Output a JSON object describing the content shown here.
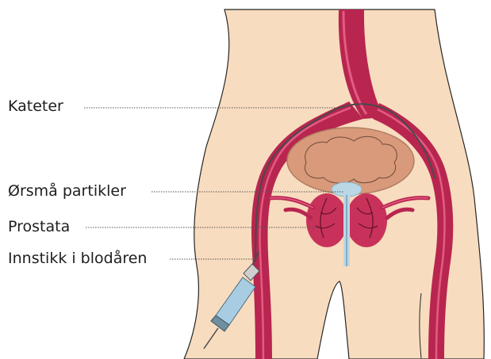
{
  "labels": {
    "catheter": "Kateter",
    "particles": "Ørsmå partikler",
    "prostate": "Prostata",
    "injection": "Innstikk i blodåren"
  },
  "colors": {
    "skin": "#f8dcbf",
    "skin_outline": "#262626",
    "artery": "#b8264f",
    "artery_highlight": "#e45b83",
    "bladder": "#d89a7a",
    "bladder_outline": "#b07e63",
    "particles": "#b9d7e6",
    "prostate": "#c8325a",
    "syringe": "#a8cde2",
    "leader_line": "#555555"
  }
}
